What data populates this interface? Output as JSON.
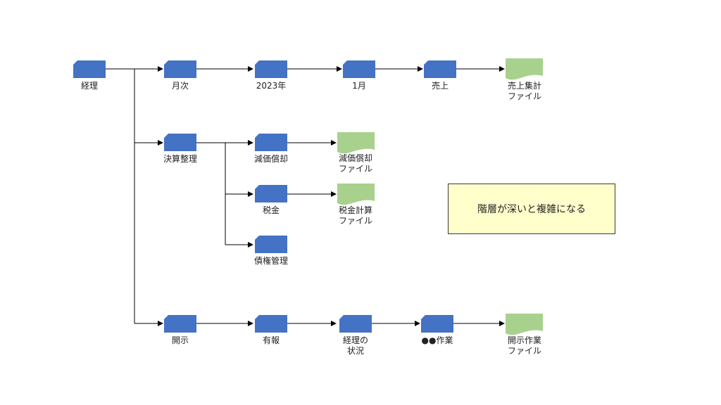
{
  "nodes": {
    "keiri": "経理",
    "getsuji": "月次",
    "y2023": "2023年",
    "m1": "1月",
    "uriage": "売上",
    "uriage_file": [
      "売上集計",
      "ファイル"
    ],
    "kessan": "決算整理",
    "genka": "減価償却",
    "genka_file": [
      "減価償却",
      "ファイル"
    ],
    "zeikin": "税金",
    "zeikin_file": [
      "税金計算",
      "ファイル"
    ],
    "saiken": "債権管理",
    "kaiji": "開示",
    "yuho": "有報",
    "jokyo": [
      "経理の",
      "状況"
    ],
    "sagyo": "●●作業",
    "kaiji_file": [
      "開示作業",
      "ファイル"
    ]
  },
  "callout": "階層が深いと複雑になる",
  "colors": {
    "folder": "#4472c4",
    "file": "#a9d18e",
    "callout_bg": "#ffffcc"
  }
}
